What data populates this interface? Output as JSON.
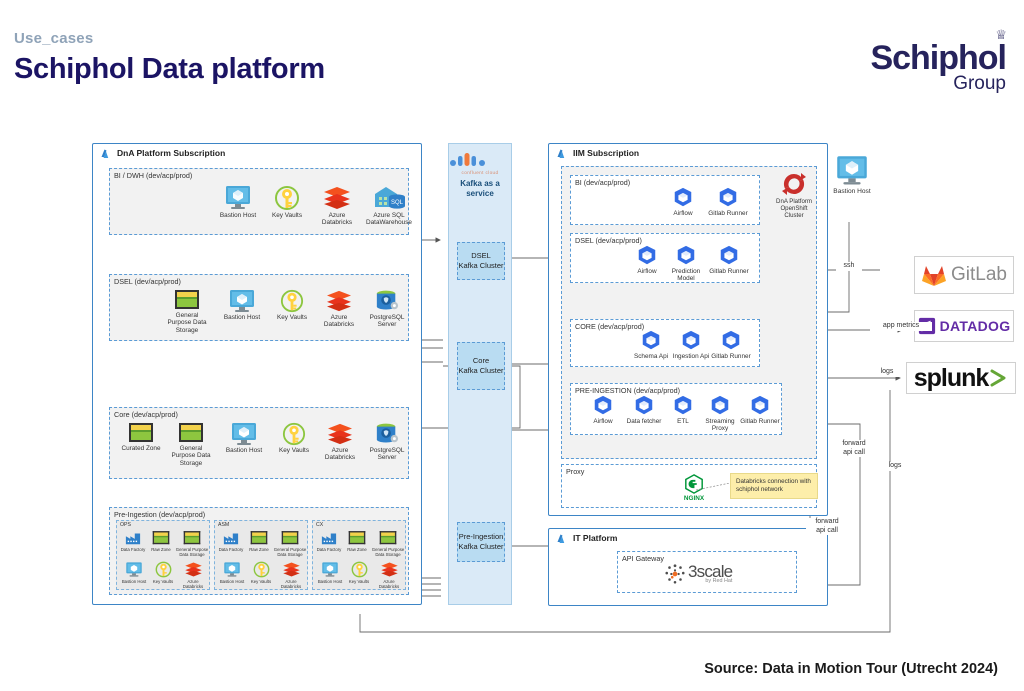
{
  "header": {
    "eyebrow": "Use_cases",
    "title": "Schiphol Data platform"
  },
  "logo": {
    "brand": "Schiphol",
    "sub": "Group"
  },
  "footer": {
    "source": "Source: Data in Motion Tour (Utrecht 2024)"
  },
  "dna_panel": {
    "title": "DnA Platform Subscription",
    "groups": [
      {
        "label": "BI / DWH (dev/acp/prod)",
        "nodes": [
          {
            "icon": "bastion-host-icon",
            "caption": "Bastion Host"
          },
          {
            "icon": "key-vault-icon",
            "caption": "Key Vaults"
          },
          {
            "icon": "azure-databricks-icon",
            "caption": "Azure\nDatabricks"
          },
          {
            "icon": "azure-sql-dw-icon",
            "caption": "Azure SQL\nDataWarehouse"
          }
        ]
      },
      {
        "label": "DSEL (dev/acp/prod)",
        "nodes": [
          {
            "icon": "data-storage-icon",
            "caption": "General\nPurpose Data\nStorage"
          },
          {
            "icon": "bastion-host-icon",
            "caption": "Bastion Host"
          },
          {
            "icon": "key-vault-icon",
            "caption": "Key Vaults"
          },
          {
            "icon": "azure-databricks-icon",
            "caption": "Azure\nDatabricks"
          },
          {
            "icon": "postgresql-icon",
            "caption": "PostgreSQL\nServer"
          }
        ]
      },
      {
        "label": "Core (dev/acp/prod)",
        "nodes": [
          {
            "icon": "data-storage-icon",
            "caption": "Curated Zone"
          },
          {
            "icon": "data-storage-icon",
            "caption": "General\nPurpose Data\nStorage"
          },
          {
            "icon": "bastion-host-icon",
            "caption": "Bastion Host"
          },
          {
            "icon": "key-vault-icon",
            "caption": "Key Vaults"
          },
          {
            "icon": "azure-databricks-icon",
            "caption": "Azure\nDatabricks"
          },
          {
            "icon": "postgresql-icon",
            "caption": "PostgreSQL\nServer"
          }
        ]
      }
    ],
    "preingestion": {
      "label": "Pre-Ingestion (dev/acp/prod)",
      "subgroups": [
        {
          "label": "OPS",
          "nodes": [
            {
              "icon": "data-factory-icon",
              "caption": "Data Factory"
            },
            {
              "icon": "data-storage-icon",
              "caption": "Raw Zone"
            },
            {
              "icon": "data-storage-icon",
              "caption": "General Purpose\nData Storage"
            },
            {
              "icon": "bastion-host-icon",
              "caption": "Bastion Host"
            },
            {
              "icon": "key-vault-icon",
              "caption": "Key Vaults"
            },
            {
              "icon": "azure-databricks-icon",
              "caption": "Azure\nDatabricks"
            }
          ]
        },
        {
          "label": "ASM",
          "nodes": [
            {
              "icon": "data-factory-icon",
              "caption": "Data Factory"
            },
            {
              "icon": "data-storage-icon",
              "caption": "Raw Zone"
            },
            {
              "icon": "data-storage-icon",
              "caption": "General Purpose\nData Storage"
            },
            {
              "icon": "bastion-host-icon",
              "caption": "Bastion Host"
            },
            {
              "icon": "key-vault-icon",
              "caption": "Key Vaults"
            },
            {
              "icon": "azure-databricks-icon",
              "caption": "Azure\nDatabricks"
            }
          ]
        },
        {
          "label": "CX",
          "nodes": [
            {
              "icon": "data-factory-icon",
              "caption": "Data Factory"
            },
            {
              "icon": "data-storage-icon",
              "caption": "Raw Zone"
            },
            {
              "icon": "data-storage-icon",
              "caption": "General Purpose\nData Storage"
            },
            {
              "icon": "bastion-host-icon",
              "caption": "Bastion Host"
            },
            {
              "icon": "key-vault-icon",
              "caption": "Key Vaults"
            },
            {
              "icon": "azure-databricks-icon",
              "caption": "Azure\nDatabricks"
            }
          ]
        }
      ]
    }
  },
  "kafka": {
    "vendor_label": "confluent cloud",
    "title": "Kafka as a\nservice",
    "clusters": [
      {
        "label": "DSEL\nKafka Cluster"
      },
      {
        "label": "Core\nKafka Cluster"
      },
      {
        "label": "Pre-Ingestion\nKafka Cluster"
      }
    ]
  },
  "iim_panel": {
    "title": "IIM Subscription",
    "openshift_label": "DnA Platform\nOpenShift\nCluster",
    "groups": [
      {
        "label": "BI (dev/acp/prod)",
        "nodes": [
          {
            "icon": "kubernetes-icon",
            "caption": "Airflow"
          },
          {
            "icon": "kubernetes-icon",
            "caption": "Gitlab Runner"
          }
        ]
      },
      {
        "label": "DSEL (dev/acp/prod)",
        "nodes": [
          {
            "icon": "kubernetes-icon",
            "caption": "Airflow"
          },
          {
            "icon": "kubernetes-icon",
            "caption": "Prediction\nModel"
          },
          {
            "icon": "kubernetes-icon",
            "caption": "Gitlab Runner"
          }
        ]
      },
      {
        "label": "CORE (dev/acp/prod)",
        "nodes": [
          {
            "icon": "kubernetes-icon",
            "caption": "Schema Api"
          },
          {
            "icon": "kubernetes-icon",
            "caption": "Ingestion Api"
          },
          {
            "icon": "kubernetes-icon",
            "caption": "Gitlab Runner"
          }
        ]
      },
      {
        "label": "PRE-INGESTION (dev/acp/prod)",
        "nodes": [
          {
            "icon": "kubernetes-icon",
            "caption": "Airflow"
          },
          {
            "icon": "kubernetes-icon",
            "caption": "Data fetcher"
          },
          {
            "icon": "kubernetes-icon",
            "caption": "ETL"
          },
          {
            "icon": "kubernetes-icon",
            "caption": "Streaming\nProxy"
          },
          {
            "icon": "kubernetes-icon",
            "caption": "Gitlab Runner"
          }
        ]
      }
    ],
    "proxy": {
      "label": "Proxy",
      "nginx_label": "NGINX",
      "note": "Databricks connection with schiphol network"
    }
  },
  "it_platform": {
    "title": "IT Platform",
    "api_gateway_label": "API Gateway",
    "gateway_brand": "3scale",
    "gateway_sub": "by Red Hat"
  },
  "external": {
    "bastion_caption": "Bastion Host",
    "logos": [
      {
        "name": "gitlab-logo",
        "text": "GitLab"
      },
      {
        "name": "datadog-logo",
        "text": "DATADOG"
      },
      {
        "name": "splunk-logo",
        "text": "splunk"
      }
    ]
  },
  "wire_labels": {
    "ssh": "ssh",
    "app_metrics": "app metrics",
    "logs_top": "logs",
    "forward_api_call_1": "forward\napi call",
    "forward_api_call_2": "forward\napi call",
    "logs_right": "logs"
  },
  "colors": {
    "panel_border": "#3d85c6",
    "dashed": "#5b9bd5",
    "kafka_bg": "#daeaf7",
    "kafka_cluster_bg": "#b9dcf2",
    "title_navy": "#1b1464",
    "eyebrow": "#8fa3b8",
    "databricks_red": "#ee3d2d",
    "k8s_blue": "#326ce5",
    "note_yellow": "#fdeeaa"
  }
}
